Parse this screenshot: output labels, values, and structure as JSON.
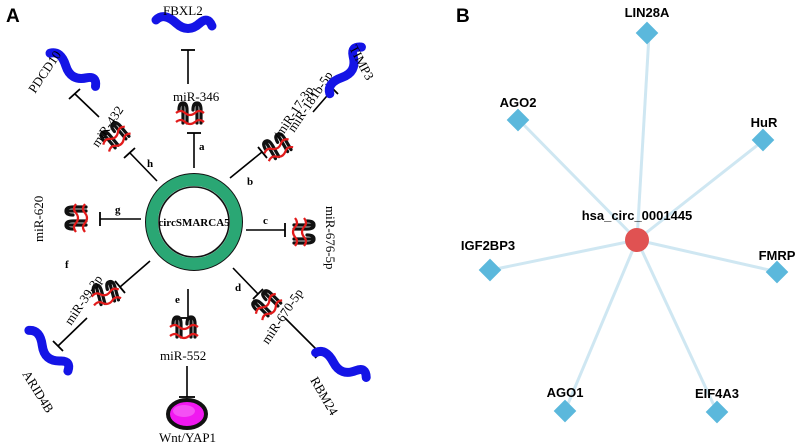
{
  "panel_a": {
    "letter": "A",
    "center_label": "circSMARCA5",
    "colors": {
      "ring": "#2aa774",
      "gene": "#1414e6",
      "mirna": "#111111",
      "mirna_accent": "#e21b1b",
      "pathway_fill": "#f018f0"
    },
    "mirnas": [
      {
        "letter": "a",
        "label": "miR-346",
        "target": "FBXL2"
      },
      {
        "letter": "b",
        "label": "miR-181b-5p /miR-17-3p",
        "label_line1": "miR-181b-5p",
        "label_line2": "/miR-17-3p",
        "target": "TIMP3"
      },
      {
        "letter": "c",
        "label": "miR-676-5p",
        "target": ""
      },
      {
        "letter": "d",
        "label": "miR-670-5p",
        "target": "RBM24"
      },
      {
        "letter": "e",
        "label": "miR-552",
        "target": "Wnt/YAP1"
      },
      {
        "letter": "f",
        "label": "miR-39-3p",
        "target": "ARID4B"
      },
      {
        "letter": "g",
        "label": "miR-620",
        "target": ""
      },
      {
        "letter": "h",
        "label": "miR-432",
        "target": "PDCD10"
      }
    ]
  },
  "panel_b": {
    "letter": "B",
    "hub": "hsa_circ_0001445",
    "colors": {
      "hub": "#e05252",
      "node": "#5bb8dc",
      "edge": "#cfe7f2"
    },
    "proteins": [
      "LIN28A",
      "AGO2",
      "HuR",
      "IGF2BP3",
      "FMRP",
      "AGO1",
      "EIF4A3"
    ]
  }
}
